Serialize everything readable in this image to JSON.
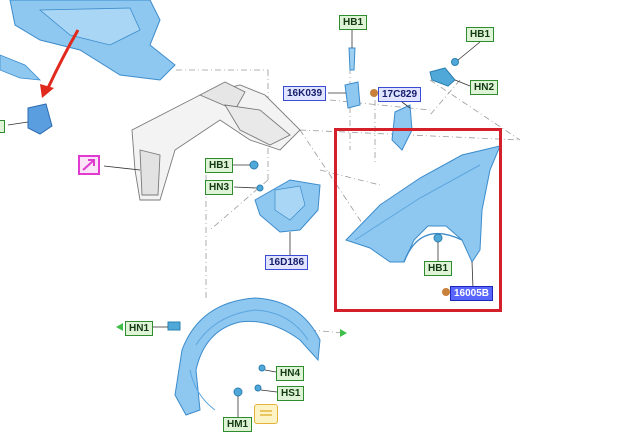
{
  "colors": {
    "selection": "#d4202a",
    "part_fill": "#8ec7ef",
    "part_stroke": "#3c8ccc",
    "label_green": "#2e8b2e",
    "label_blue": "#3a4bd4",
    "callout_marker": "#c8803a",
    "arrow": "#e02a1e"
  },
  "labels": {
    "hb1_a": "HB1",
    "hb1_b": "HB1",
    "hb1_c": "HB1",
    "hb1_d": "HB1",
    "hn2": "HN2",
    "hn3": "HN3",
    "hn1": "HN1",
    "hn4": "HN4",
    "hs1": "HS1",
    "hm1": "HM1",
    "p16k039": "16K039",
    "p17c829": "17C829",
    "p16d186": "16D186",
    "p16005b": "16005B"
  },
  "icons": {
    "link": "external-link-icon",
    "note": "note-icon",
    "detail_arrow": "red-curved-arrow-icon"
  }
}
